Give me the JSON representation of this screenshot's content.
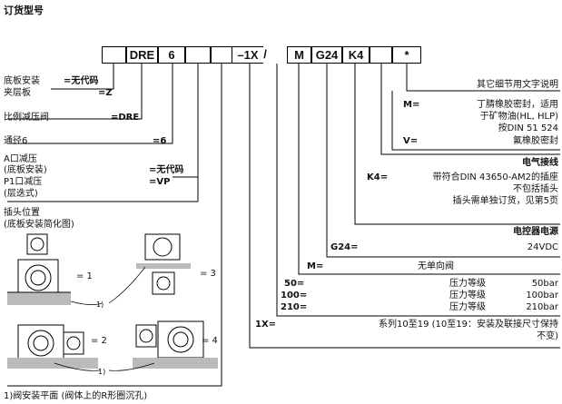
{
  "title": "订货型号",
  "code_boxes": [
    {
      "text": ""
    },
    {
      "text": "DRE"
    },
    {
      "text": "6"
    },
    {
      "text": ""
    },
    {
      "text": ""
    },
    {
      "text": "–1X"
    },
    {
      "text": "/"
    },
    {
      "text": "M"
    },
    {
      "text": "G24"
    },
    {
      "text": "K4"
    },
    {
      "text": ""
    },
    {
      "text": "*"
    }
  ],
  "left": {
    "mount_1": "底板安装",
    "mount_1_code": "=无代码",
    "mount_2": "夹层板",
    "mount_2_code": "=Z",
    "valve": "比例减压阀",
    "valve_code": "=DRE",
    "size": "通径6",
    "size_code": "=6",
    "a_title": "A口减压",
    "a_sub": "(底板安装)",
    "a_code": "=无代码",
    "p_title": "P1口减压",
    "p_sub": "(层迭式)",
    "p_code": "=VP",
    "plug_title": "插头位置",
    "plug_sub": "(底板安装简化图)",
    "pos1": "= 1",
    "pos2": "= 2",
    "pos3": "= 3",
    "pos4": "= 4",
    "note_mark": "1)",
    "footnote": "1)阀安装平面 (阀体上的R形圈沉孔)"
  },
  "right": {
    "other": "其它细节用文字说明",
    "seal_m_code": "M=",
    "seal_m_1": "丁腈橡胶密封，适用",
    "seal_m_2": "于矿物油(HL, HLP)",
    "seal_m_3": "按DIN 51 524",
    "seal_v_code": "V=",
    "seal_v": "氟橡胶密封",
    "elec_title": "电气接线",
    "k4_code": "K4=",
    "k4_1": "带符合DIN 43650-AM2的插座",
    "k4_2": "不包括插头",
    "k4_3": "插头需单独订货，见第5页",
    "power_title": "电控器电源",
    "g24_code": "G24=",
    "g24": "24VDC",
    "m_code": "M=",
    "m_text": "无单向阀",
    "p50_code": "50=",
    "p100_code": "100=",
    "p210_code": "210=",
    "pressure_label": "压力等级",
    "p50": "50bar",
    "p100": "100bar",
    "p210": "210bar",
    "series_code": "1X=",
    "series_1": "系列10至19 (10至19：安装及联接尺寸保持",
    "series_2": "不变)"
  }
}
